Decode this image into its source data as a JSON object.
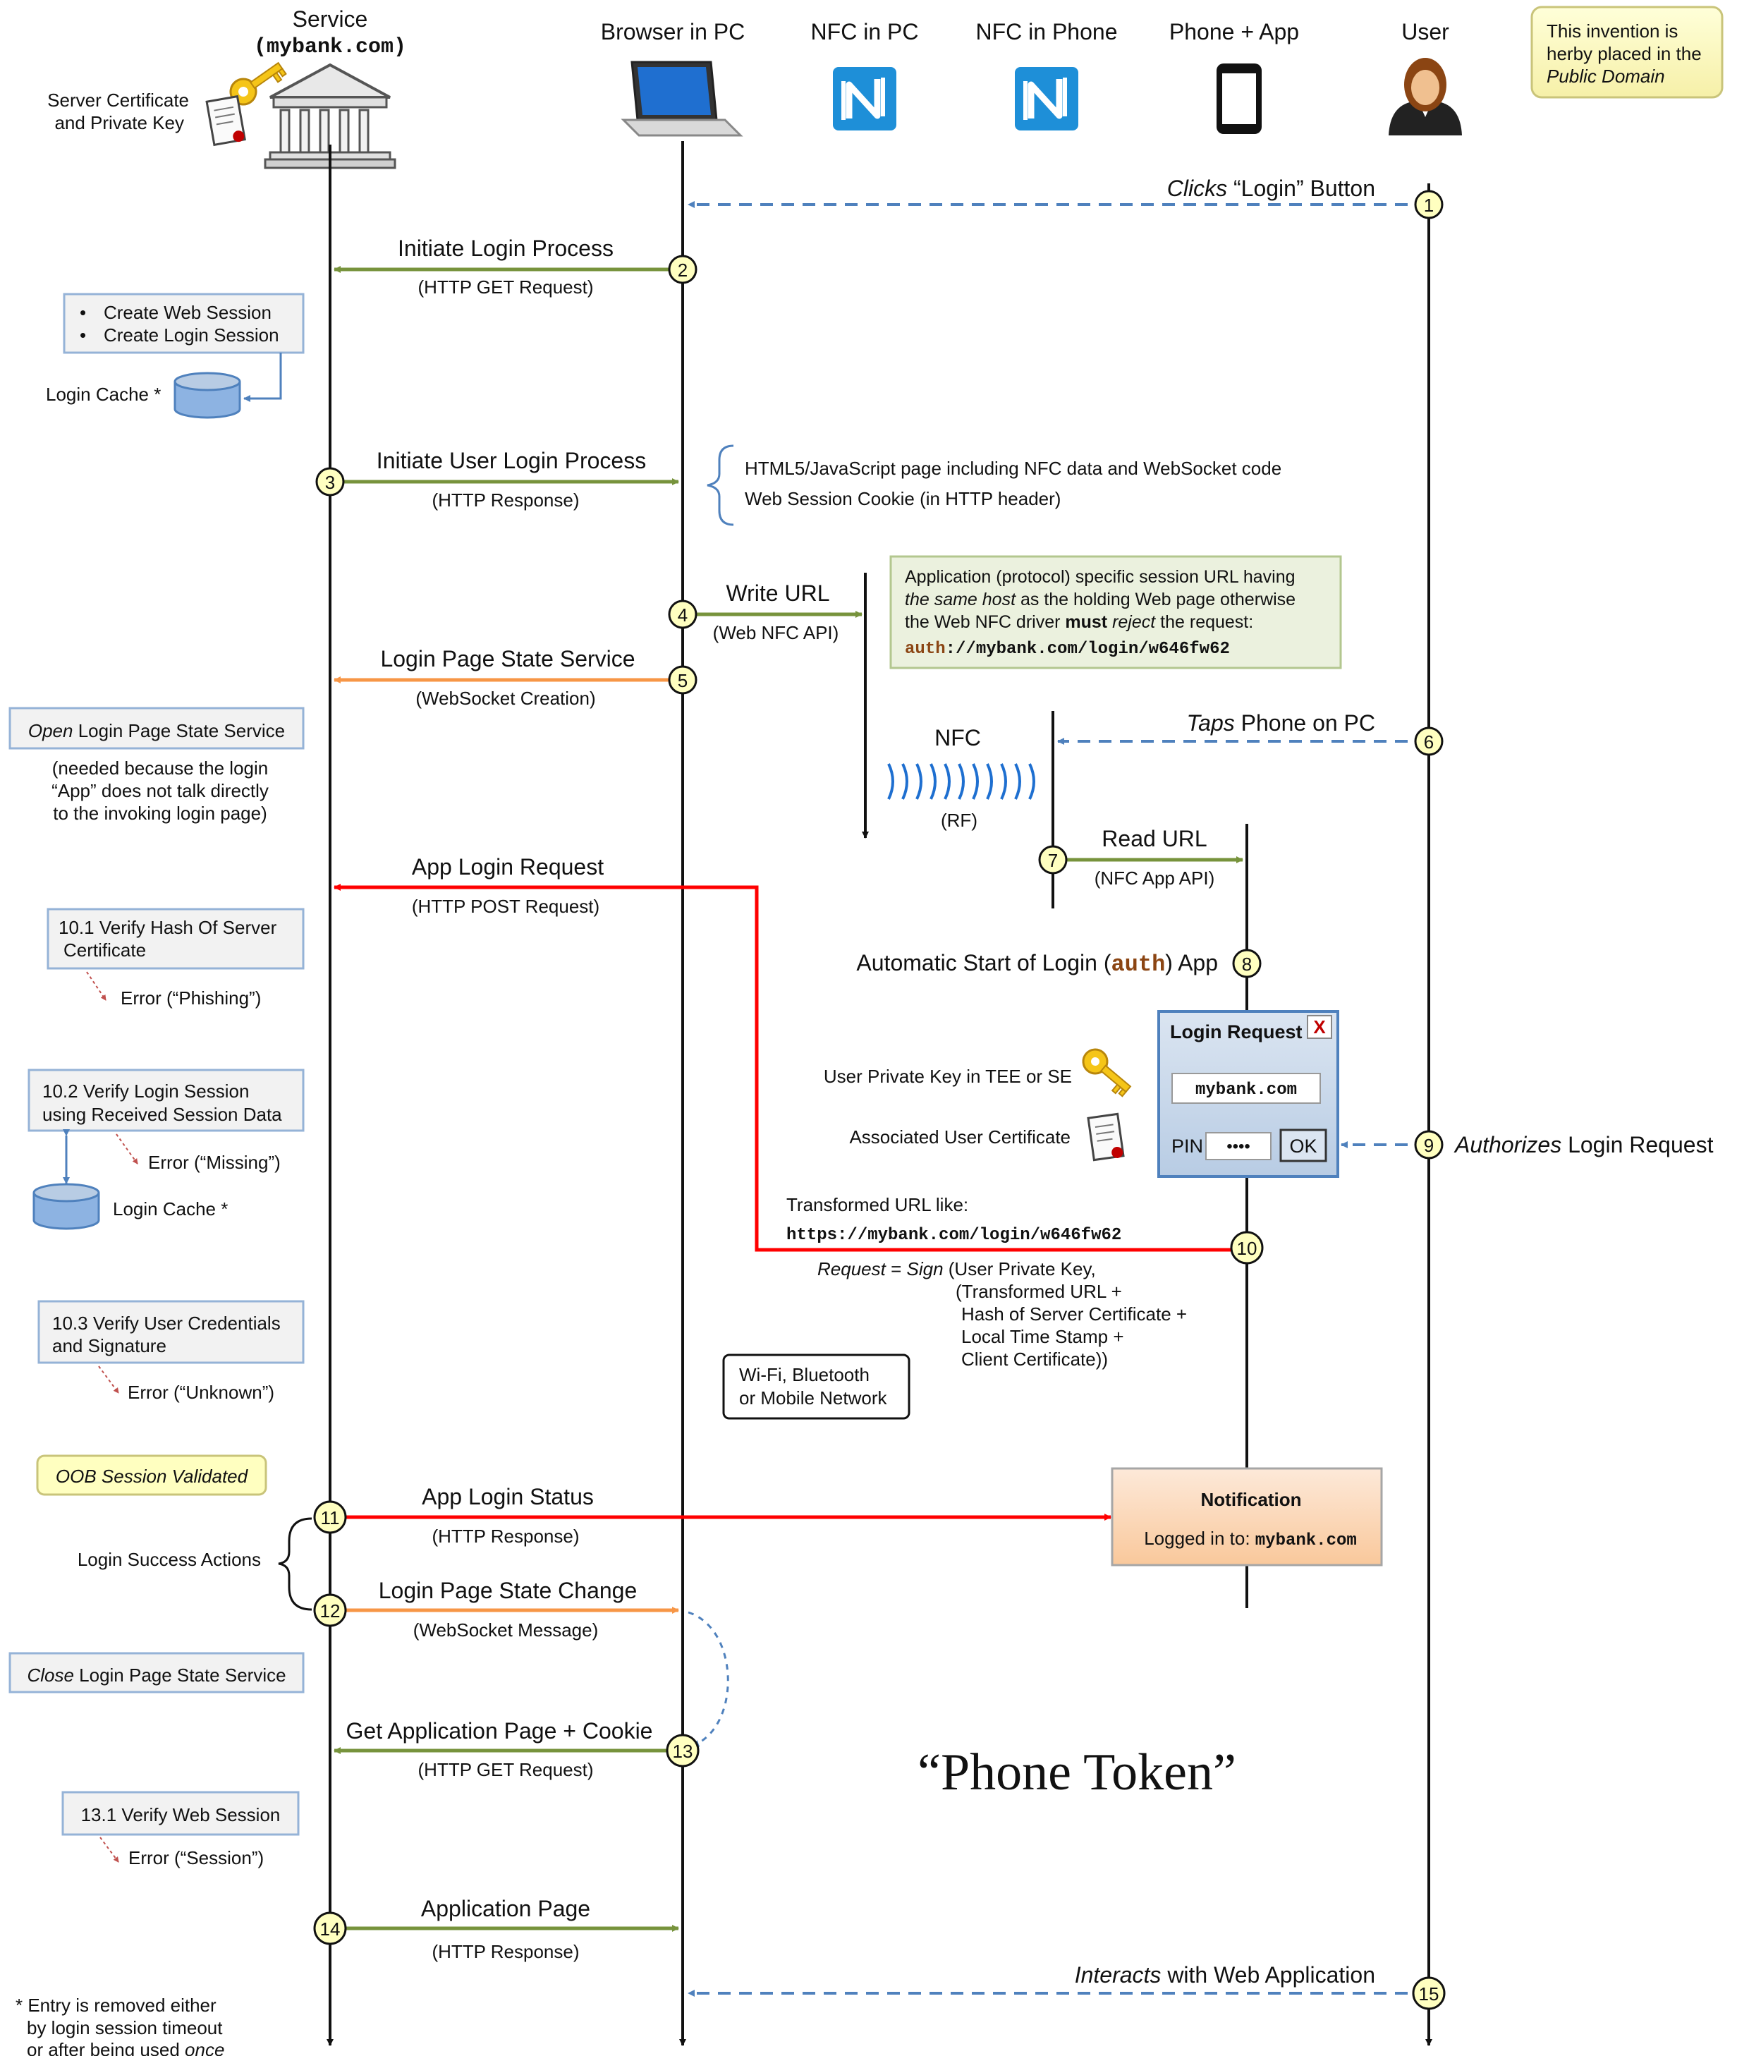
{
  "title": "“Phone Token”",
  "public_domain_note": [
    "This invention is",
    "herby placed in the",
    "Public Domain"
  ],
  "actors": {
    "service": {
      "label": "Service",
      "host": "(mybank.com)",
      "icon": "bank-icon"
    },
    "browser": {
      "label": "Browser in PC",
      "icon": "laptop-icon"
    },
    "nfc_pc": {
      "label": "NFC in PC",
      "icon": "nfc-icon"
    },
    "nfc_phone": {
      "label": "NFC in Phone",
      "icon": "nfc-icon"
    },
    "phone_app": {
      "label": "Phone + App",
      "icon": "smartphone-icon"
    },
    "user": {
      "label": "User",
      "icon": "user-avatar-icon"
    }
  },
  "server_cert_label": [
    "Server Certificate",
    "and Private Key"
  ],
  "steps": {
    "s1": {
      "num": "1",
      "pre": "Clicks",
      "post": " “Login” Button"
    },
    "s2": {
      "num": "2",
      "label": "Initiate Login Process",
      "sub": "(HTTP GET Request)"
    },
    "s3": {
      "num": "3",
      "label": "Initiate User Login Process",
      "sub": "(HTTP Response)"
    },
    "s4": {
      "num": "4",
      "label": "Write URL",
      "sub": "(Web NFC API)"
    },
    "s5": {
      "num": "5",
      "label": "Login Page State Service",
      "sub": "(WebSocket Creation)"
    },
    "s6": {
      "num": "6",
      "pre": "Taps",
      "post": " Phone on PC"
    },
    "s7": {
      "num": "7",
      "label": "Read URL",
      "sub": "(NFC App API)"
    },
    "s8": {
      "num": "8",
      "pre": "Automatic Start of Login (",
      "code": "auth",
      "post": ") App"
    },
    "s9": {
      "num": "9",
      "pre": "Authorizes",
      "post": " Login Request"
    },
    "s10": {
      "num": "10",
      "label": "App Login Request",
      "sub": "(HTTP POST Request)"
    },
    "s11": {
      "num": "11",
      "label": "App Login Status",
      "sub": "(HTTP Response)"
    },
    "s12": {
      "num": "12",
      "label": "Login Page State Change",
      "sub": "(WebSocket Message)"
    },
    "s13": {
      "num": "13",
      "label": "Get Application Page + Cookie",
      "sub": "(HTTP GET Request)"
    },
    "s14": {
      "num": "14",
      "label": "Application Page",
      "sub": "(HTTP Response)"
    },
    "s15": {
      "num": "15",
      "pre": "Interacts",
      "post": " with Web Application"
    }
  },
  "session_box": [
    "Create Web Session",
    "Create Login Session"
  ],
  "login_cache": "Login Cache *",
  "response_contents": [
    "HTML5/JavaScript page including NFC data and WebSocket code",
    "Web Session Cookie (in HTTP header)"
  ],
  "app_url_note": {
    "line1": "Application (protocol) specific session URL having",
    "line2_em": "the same host",
    "line2_rest": " as the holding Web page otherwise",
    "line3_a": "the Web NFC driver ",
    "line3_b": "must",
    "line3_c": " ",
    "line3_d": "reject",
    "line3_e": " the request:",
    "url_scheme": "auth",
    "url_rest": "://mybank.com/login/w646fw62"
  },
  "open_lpss": {
    "em": "Open",
    "rest": " Login Page State Service"
  },
  "lpss_note": [
    "(needed because the login",
    "“App” does not talk directly",
    "to the invoking login page)"
  ],
  "nfc_label": "NFC",
  "rf_label": "(RF)",
  "verify_10_1": [
    "10.1 Verify Hash Of Server",
    "Certificate"
  ],
  "error_phishing": "Error (“Phishing”)",
  "verify_10_2": [
    "10.2 Verify Login Session",
    "using Received Session Data"
  ],
  "error_missing": "Error (“Missing”)",
  "verify_10_3": [
    "10.3 Verify User Credentials",
    "and Signature"
  ],
  "error_unknown": "Error (“Unknown”)",
  "oob_validated": "OOB Session Validated",
  "login_success_actions": "Login Success Actions",
  "close_lpss": {
    "em": "Close",
    "rest": " Login Page State Service"
  },
  "verify_13_1": "13.1 Verify Web Session",
  "error_session": "Error (“Session”)",
  "user_private_key": "User Private Key in TEE or SE",
  "associated_cert": "Associated User Certificate",
  "login_dialog": {
    "title": "Login Request",
    "close": "X",
    "domain": "mybank.com",
    "pin_label": "PIN",
    "pin_value": "••••",
    "ok": "OK"
  },
  "transformed_url": {
    "label": "Transformed URL like:",
    "url": "https://mybank.com/login/w646fw62"
  },
  "request_formula": {
    "em1": "Request",
    "eq": " = ",
    "em2": "Sign",
    "l1_rest": " (User Private Key,",
    "l2": "(Transformed URL +",
    "l3": "Hash of Server Certificate +",
    "l4": "Local Time Stamp +",
    "l5": "Client Certificate))"
  },
  "network_box": [
    "Wi-Fi, Bluetooth",
    "or Mobile Network"
  ],
  "notification": {
    "title": "Notification",
    "text": "Logged in to: ",
    "domain": "mybank.com"
  },
  "footnote": {
    "l1": "* Entry is removed either",
    "l2": "by login session timeout",
    "l3_pre": "or after being used ",
    "l3_em": "once"
  },
  "colors": {
    "green": "#77933c",
    "orange": "#f79646",
    "red": "#ff0000",
    "blue_dash": "#4f81bd",
    "step_circle": "#ffffc0",
    "box_bg": "#f2f2f2",
    "box_border": "#95b3d7"
  }
}
